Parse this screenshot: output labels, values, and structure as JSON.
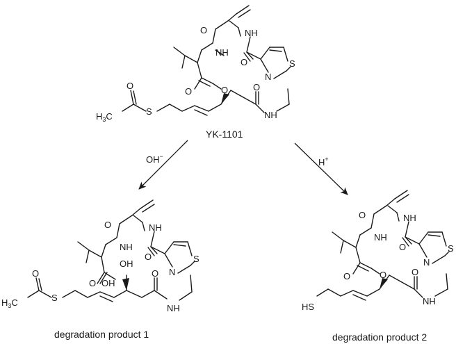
{
  "compound": {
    "name": "YK-1101"
  },
  "reactions": [
    {
      "condition": "OH",
      "condition_charge": "−",
      "product_label": "degradation product 1"
    },
    {
      "condition": "H",
      "condition_charge": "+",
      "product_label": "degradation product 2"
    }
  ],
  "atoms": {
    "O": "O",
    "NH": "NH",
    "N": "N",
    "S": "S",
    "OH": "OH",
    "HS": "HS",
    "H3C_main": "H",
    "H3C_sub": "3",
    "H3C_tail": "C"
  },
  "colors": {
    "ink": "#1a1a1a",
    "background": "#ffffff"
  }
}
